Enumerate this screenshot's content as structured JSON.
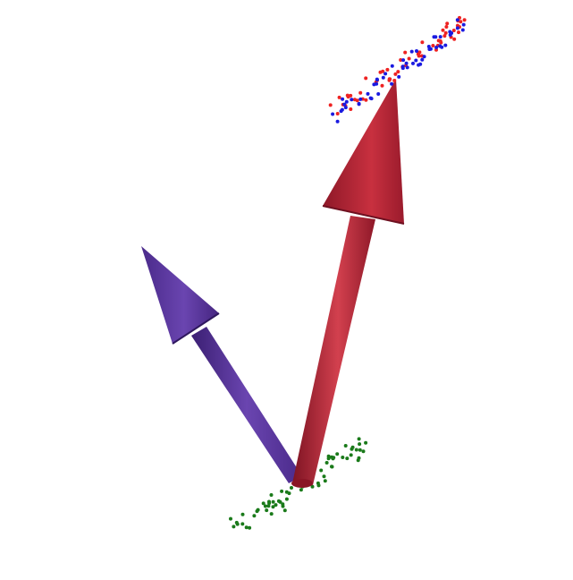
{
  "scene": {
    "background": "#ffffff",
    "vectors": [
      {
        "name": "red-arrow",
        "color": "#b32035",
        "color_light": "#d2404e",
        "color_dark": "#7e1423"
      },
      {
        "name": "purple-arrow",
        "color": "#5a35a0",
        "color_light": "#7450b8",
        "color_dark": "#3b1f73"
      }
    ],
    "point_clusters": [
      {
        "name": "green-points",
        "color": "#1a7a1a"
      },
      {
        "name": "red-points",
        "color": "#ee2222"
      },
      {
        "name": "blue-points",
        "color": "#1a1ae0"
      }
    ]
  }
}
